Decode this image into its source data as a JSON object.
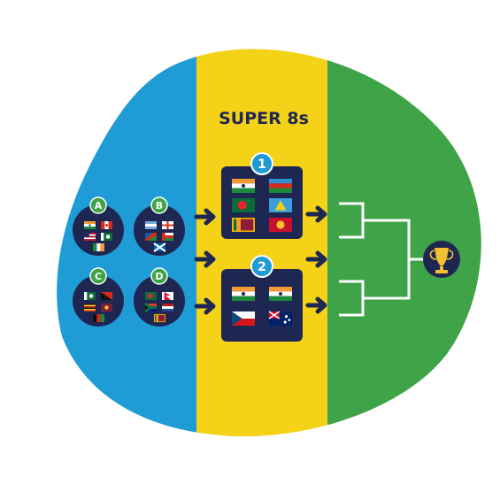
{
  "title": "SUPER 8s",
  "colors": {
    "blue": "#1f9bd6",
    "yellow": "#f4d217",
    "green": "#3ea447",
    "navy": "#1e2652",
    "badge_green": "#3ea447",
    "badge_blue": "#1f9bd6",
    "white": "#ffffff"
  },
  "groups": [
    {
      "label": "A",
      "flags": [
        "india",
        "canada",
        "usa",
        "pakistan",
        "ireland"
      ]
    },
    {
      "label": "B",
      "flags": [
        "argentina-like",
        "england",
        "namibia",
        "oman",
        "scotland"
      ]
    },
    {
      "label": "C",
      "flags": [
        "pakistan-like",
        "png",
        "uganda",
        "west-indies",
        "afghanistan"
      ]
    },
    {
      "label": "D",
      "flags": [
        "bangladesh",
        "nepal",
        "south-africa",
        "netherlands",
        "sri-lanka"
      ]
    }
  ],
  "super8_groups": [
    {
      "label": "1",
      "flags": [
        "india",
        "azerbaijan-like",
        "bangladesh-like",
        "saint-lucia-like",
        "sri-lanka",
        "montenegro-like"
      ]
    },
    {
      "label": "2",
      "flags": [
        "india",
        "india",
        "czechia-like",
        "australia"
      ]
    }
  ],
  "trophy": "trophy-icon"
}
